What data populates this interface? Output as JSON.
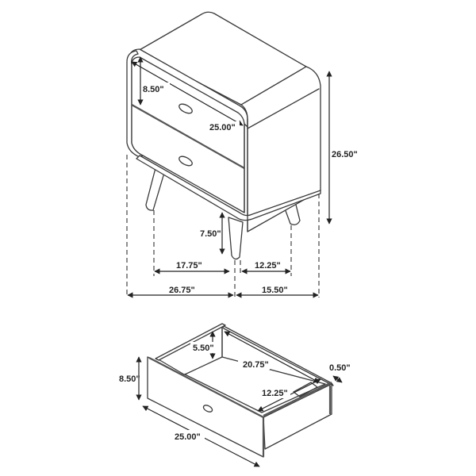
{
  "diagram": {
    "subject": "Two-drawer nightstand with drawer detail",
    "nightstand": {
      "drawer_height": "8.50\"",
      "width": "25.00\"",
      "total_height": "26.50\"",
      "leg_height": "7.50\"",
      "leg_span_front": "17.75\"",
      "leg_span_side": "12.25\"",
      "footprint_width": "26.75\"",
      "footprint_depth": "15.50\""
    },
    "drawer": {
      "interior_height": "5.50\"",
      "interior_length": "20.75\"",
      "panel_thickness": "0.50\"",
      "front_height": "8.50\"",
      "depth": "12.25\"",
      "front_width": "25.00\""
    }
  }
}
